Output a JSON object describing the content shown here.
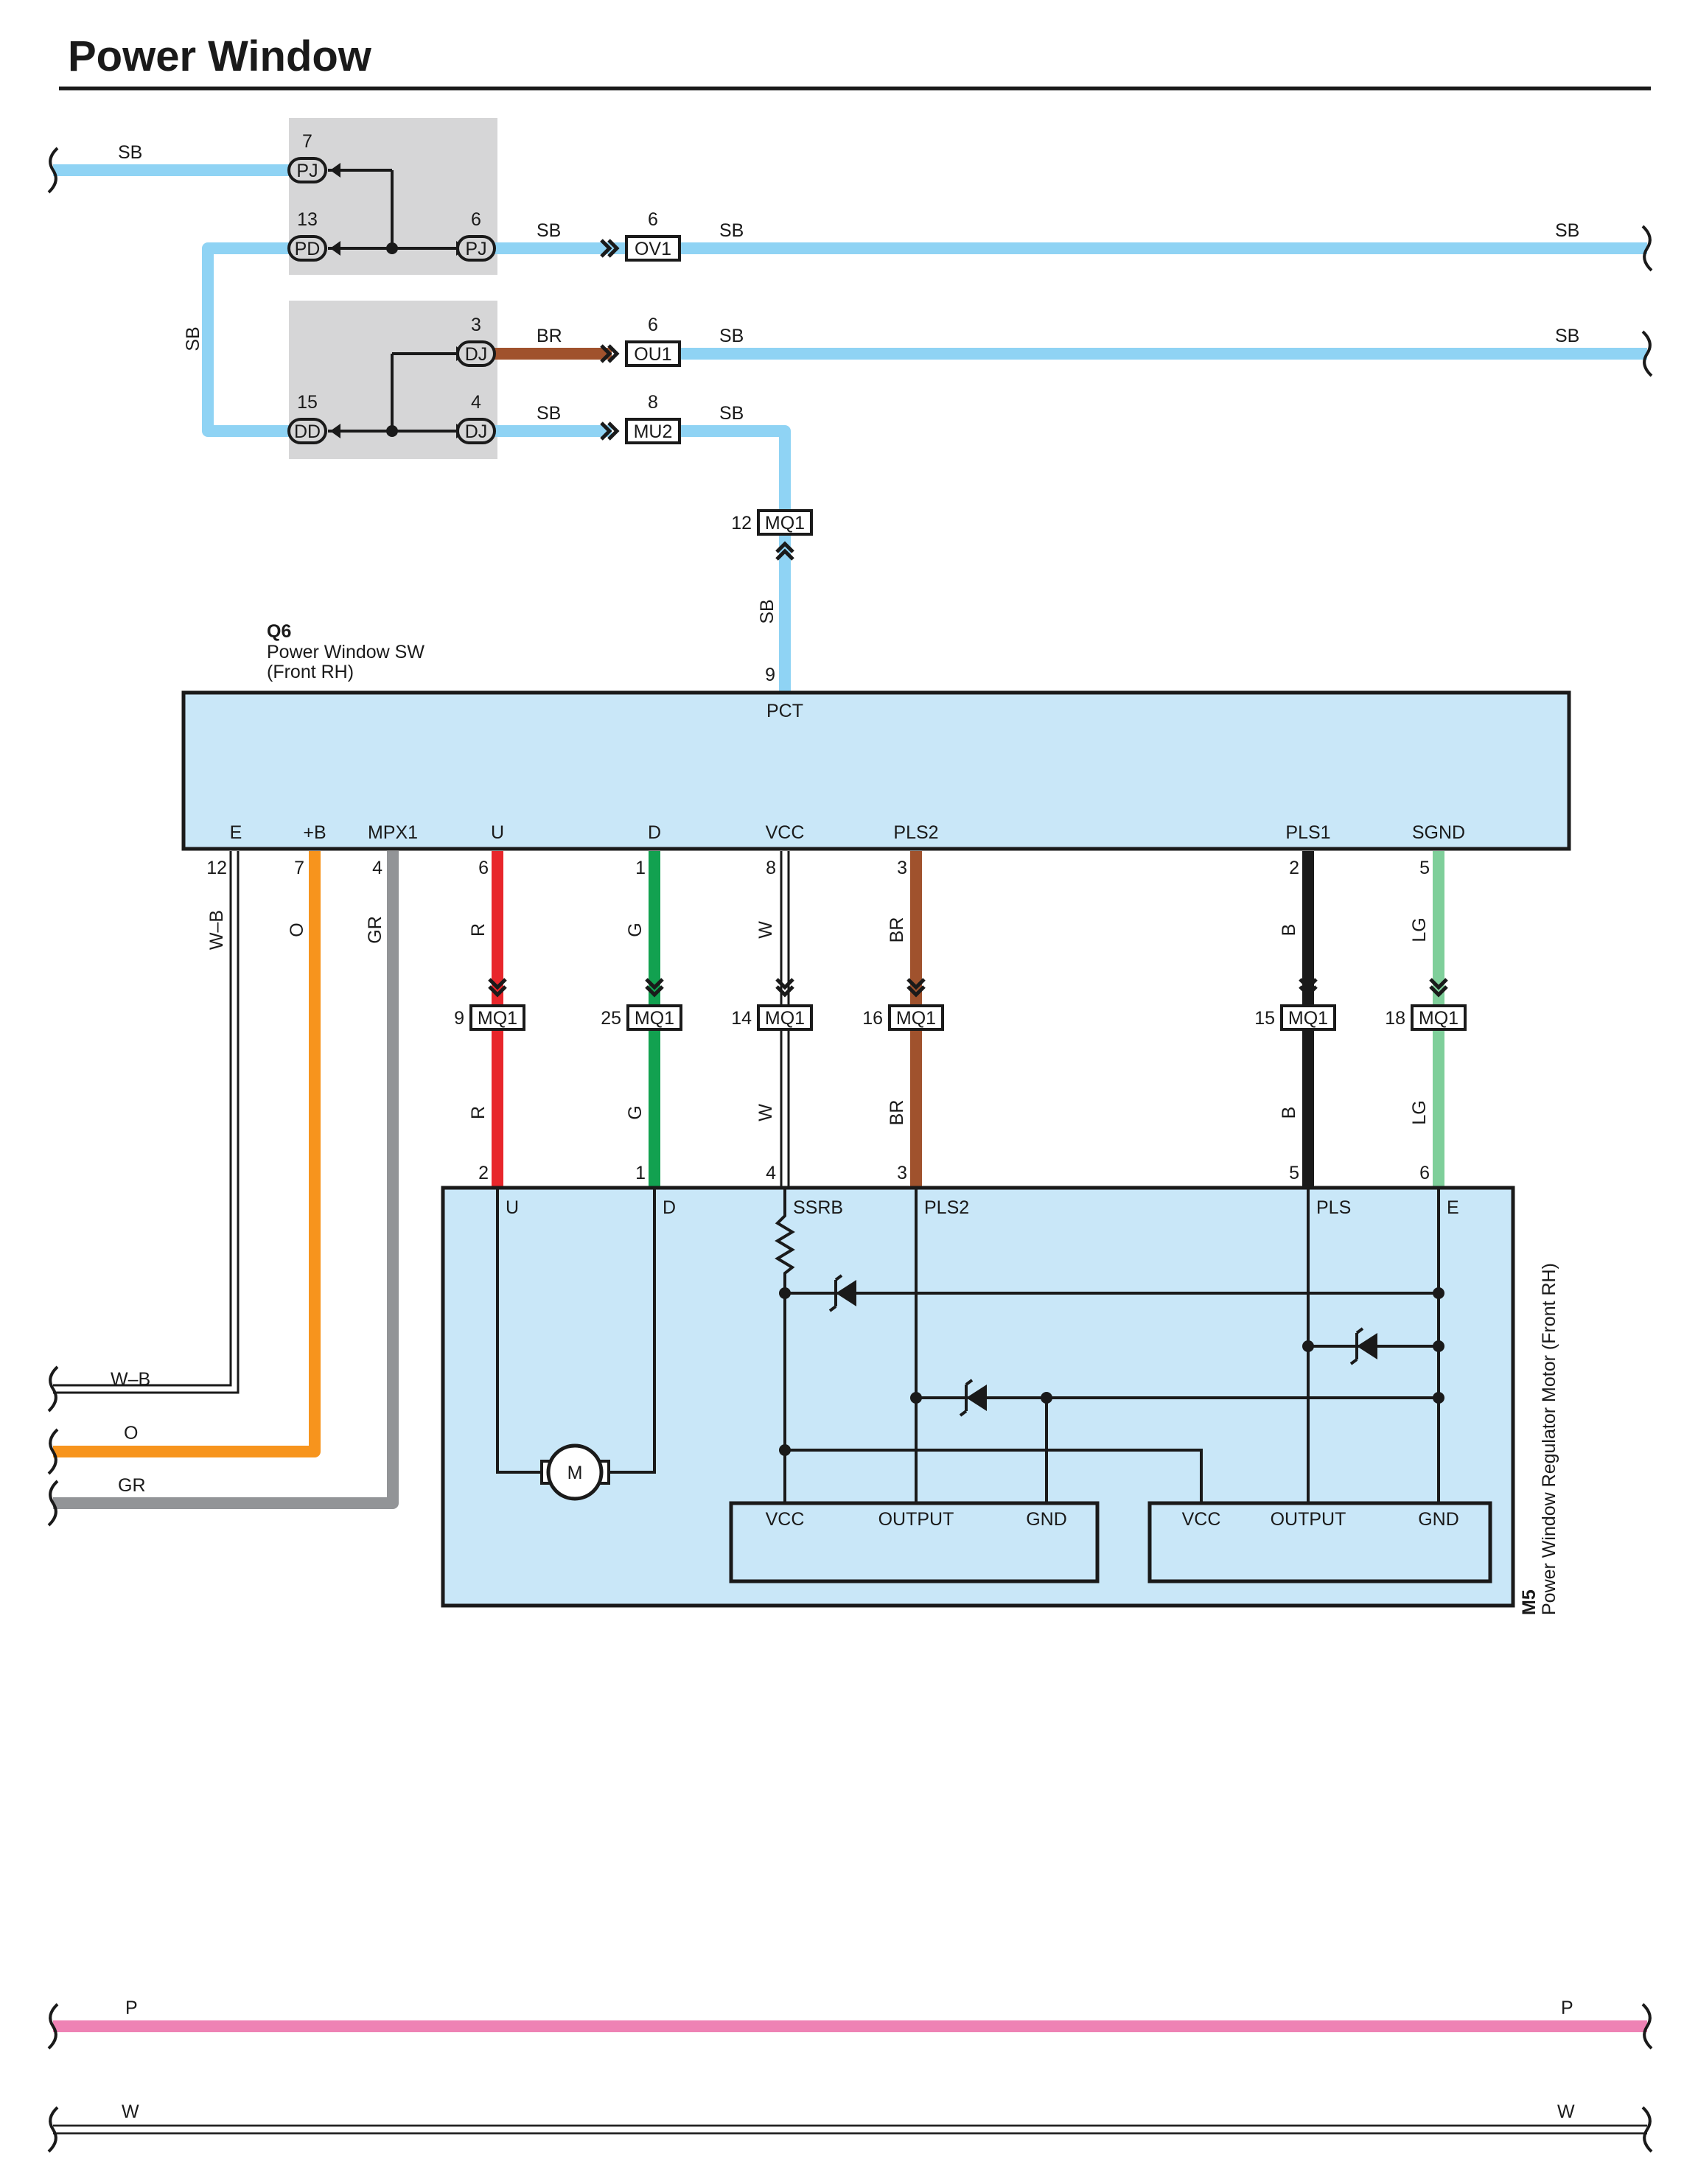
{
  "title": "Power Window",
  "colors": {
    "SB": "#8fd3f4",
    "BR": "#a0522d",
    "R": "#e8262b",
    "G": "#12a150",
    "W": "#ffffff",
    "B": "#1a1a1a",
    "LG": "#7fcf9a",
    "O": "#f7941d",
    "GR": "#929497",
    "P": "#ee82b4",
    "junction_block": "#d6d6d7",
    "component_fill": "#c9e7f8"
  },
  "junctions": {
    "top": {
      "pins": [
        {
          "pin": "7",
          "connector": "PJ"
        },
        {
          "pin": "13",
          "connector": "PD"
        },
        {
          "pin": "6",
          "connector": "PJ"
        }
      ]
    },
    "bottom": {
      "pins": [
        {
          "pin": "3",
          "connector": "DJ"
        },
        {
          "pin": "15",
          "connector": "DD"
        },
        {
          "pin": "4",
          "connector": "DJ"
        }
      ]
    }
  },
  "wires": {
    "sb_in": "SB",
    "sb_left_vertical": "SB",
    "sb_pj6": "SB",
    "sb_ov1_right": "SB",
    "sb_ov1_end": "SB",
    "br_dj3": "BR",
    "sb_ou1_right": "SB",
    "sb_ou1_end": "SB",
    "sb_dj4": "SB",
    "sb_mu2_right": "SB",
    "sb_pct": "SB",
    "wb_bus": "W–B",
    "o_bus": "O",
    "gr_bus": "GR",
    "p_left": "P",
    "p_right": "P",
    "w_left": "W",
    "w_right": "W"
  },
  "inline_connectors": [
    {
      "id": "OV1",
      "pin": "6"
    },
    {
      "id": "OU1",
      "pin": "6"
    },
    {
      "id": "MU2",
      "pin": "8"
    },
    {
      "id": "MQ1",
      "pin": "12"
    }
  ],
  "switch": {
    "code": "Q6",
    "name": "Power Window SW",
    "sub": "(Front RH)",
    "top_terminal": {
      "pin": "9",
      "name": "PCT"
    },
    "terminals": [
      {
        "name": "E",
        "pin": "12",
        "wire": "W–B"
      },
      {
        "name": "+B",
        "pin": "7",
        "wire": "O"
      },
      {
        "name": "MPX1",
        "pin": "4",
        "wire": "GR"
      },
      {
        "name": "U",
        "pin": "6",
        "wire": "R"
      },
      {
        "name": "D",
        "pin": "1",
        "wire": "G"
      },
      {
        "name": "VCC",
        "pin": "8",
        "wire": "W"
      },
      {
        "name": "PLS2",
        "pin": "3",
        "wire": "BR"
      },
      {
        "name": "PLS1",
        "pin": "2",
        "wire": "B"
      },
      {
        "name": "SGND",
        "pin": "5",
        "wire": "LG"
      }
    ]
  },
  "mq1_connectors": [
    {
      "pin": "9",
      "id": "MQ1"
    },
    {
      "pin": "25",
      "id": "MQ1"
    },
    {
      "pin": "14",
      "id": "MQ1"
    },
    {
      "pin": "16",
      "id": "MQ1"
    },
    {
      "pin": "15",
      "id": "MQ1"
    },
    {
      "pin": "18",
      "id": "MQ1"
    }
  ],
  "motor": {
    "code": "M5",
    "name": "Power Window Regulator Motor (Front RH)",
    "motor_symbol": "M",
    "terminals": [
      {
        "name": "U",
        "pin": "2",
        "wire": "R"
      },
      {
        "name": "D",
        "pin": "1",
        "wire": "G"
      },
      {
        "name": "SSRB",
        "pin": "4",
        "wire": "W"
      },
      {
        "name": "PLS2",
        "pin": "3",
        "wire": "BR"
      },
      {
        "name": "PLS",
        "pin": "5",
        "wire": "B"
      },
      {
        "name": "E",
        "pin": "6",
        "wire": "LG"
      }
    ],
    "sensors": [
      {
        "vcc": "VCC",
        "output": "OUTPUT",
        "gnd": "GND"
      },
      {
        "vcc": "VCC",
        "output": "OUTPUT",
        "gnd": "GND"
      }
    ]
  }
}
